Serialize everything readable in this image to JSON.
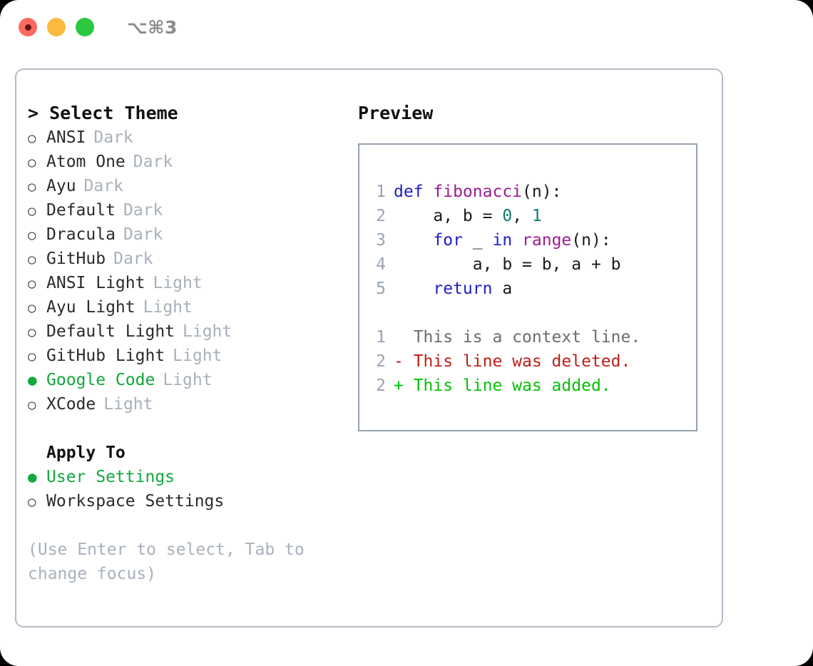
{
  "titlebar": {
    "shortcut": "⌥⌘3",
    "buttons": [
      {
        "name": "close",
        "color": "#fb6a61"
      },
      {
        "name": "minimize",
        "color": "#fcbb40"
      },
      {
        "name": "maximize",
        "color": "#2ac840"
      }
    ]
  },
  "theme_picker": {
    "heading": "> Select Theme",
    "marker_unselected": "○",
    "marker_selected": "●",
    "items": [
      {
        "label": "ANSI",
        "tag": "Dark",
        "selected": false
      },
      {
        "label": "Atom One",
        "tag": "Dark",
        "selected": false
      },
      {
        "label": "Ayu",
        "tag": "Dark",
        "selected": false
      },
      {
        "label": "Default",
        "tag": "Dark",
        "selected": false
      },
      {
        "label": "Dracula",
        "tag": "Dark",
        "selected": false
      },
      {
        "label": "GitHub",
        "tag": "Dark",
        "selected": false
      },
      {
        "label": "ANSI Light",
        "tag": "Light",
        "selected": false
      },
      {
        "label": "Ayu Light",
        "tag": "Light",
        "selected": false
      },
      {
        "label": "Default Light",
        "tag": "Light",
        "selected": false
      },
      {
        "label": "GitHub Light",
        "tag": "Light",
        "selected": false
      },
      {
        "label": "Google Code",
        "tag": "Light",
        "selected": true
      },
      {
        "label": "XCode",
        "tag": "Light",
        "selected": false
      }
    ]
  },
  "apply_to": {
    "heading": "Apply To",
    "items": [
      {
        "label": "User Settings",
        "selected": true
      },
      {
        "label": "Workspace Settings",
        "selected": false
      }
    ]
  },
  "hint": "(Use Enter to select, Tab to change focus)",
  "preview": {
    "heading": "Preview",
    "code_lines": [
      {
        "num": "1",
        "tokens": [
          {
            "t": "def ",
            "c": "kw"
          },
          {
            "t": "fibonacci",
            "c": "fn"
          },
          {
            "t": "(n):",
            "c": "pl"
          }
        ]
      },
      {
        "num": "2",
        "tokens": [
          {
            "t": "    a, b = ",
            "c": "pl"
          },
          {
            "t": "0",
            "c": "num"
          },
          {
            "t": ", ",
            "c": "pl"
          },
          {
            "t": "1",
            "c": "num"
          }
        ]
      },
      {
        "num": "3",
        "tokens": [
          {
            "t": "    for ",
            "c": "kw"
          },
          {
            "t": "_ ",
            "c": "pl"
          },
          {
            "t": "in ",
            "c": "kw"
          },
          {
            "t": "range",
            "c": "fn"
          },
          {
            "t": "(n):",
            "c": "pl"
          }
        ]
      },
      {
        "num": "4",
        "tokens": [
          {
            "t": "        a, b = b, a + b",
            "c": "pl"
          }
        ]
      },
      {
        "num": "5",
        "tokens": [
          {
            "t": "    return ",
            "c": "kw"
          },
          {
            "t": "a",
            "c": "pl"
          }
        ]
      },
      {
        "num": "",
        "tokens": []
      },
      {
        "num": "1",
        "tokens": [
          {
            "t": "  This is a context line.",
            "c": "ctx"
          }
        ]
      },
      {
        "num": "2",
        "tokens": [
          {
            "t": "- This line was deleted.",
            "c": "del"
          }
        ]
      },
      {
        "num": "2",
        "tokens": [
          {
            "t": "+ This line was added.",
            "c": "add"
          }
        ]
      }
    ]
  },
  "colors": {
    "accent_green": "#11a83c",
    "muted": "#a8b0bc",
    "keyword": "#1d1ccd",
    "function": "#9b1d8f",
    "number": "#0d7a6e",
    "diff_deleted": "#be1e18",
    "diff_added": "#04c004",
    "border": "#b3bcc8",
    "preview_border": "#93a1b0"
  }
}
